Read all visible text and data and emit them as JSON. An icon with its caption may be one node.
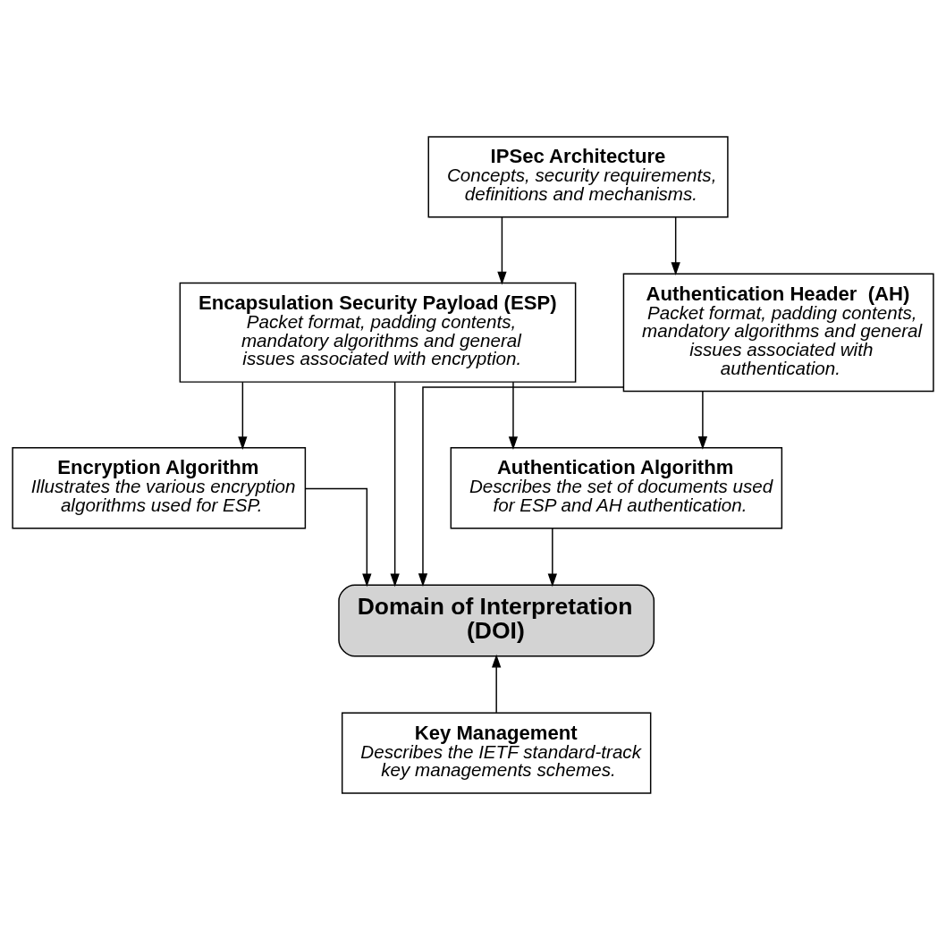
{
  "diagram": {
    "nodes": [
      {
        "text": [
          "IPSec Architecture",
          "Concepts, security requirements, definitions and mechanisms."
        ]
      },
      {
        "text": [
          "Encapsulation Security Payload (ESP)",
          "Packet format, padding contents, mandatory algorithms and general issues associated with encryption."
        ]
      },
      {
        "text": [
          "Authentication Header  (AH)",
          "Packet format, padding contents, mandatory algorithms and general issues associated with authentication."
        ]
      },
      {
        "text": [
          "Encryption Algorithm",
          "Illustrates the various encryption algorithms used for ESP."
        ]
      },
      {
        "text": [
          "Authentication Algorithm",
          "Describes the set of documents used for ESP and AH authentication."
        ]
      },
      {
        "text": [
          "Domain of Interpretation (DOI)"
        ]
      },
      {
        "text": [
          "Key Management",
          "Describes the IETF standard-track key managements schemes."
        ]
      }
    ],
    "edges": [
      {
        "from": 0,
        "to": 1,
        "arrow": "to"
      },
      {
        "from": 0,
        "to": 2,
        "arrow": "to"
      },
      {
        "from": 1,
        "to": 3,
        "arrow": "to"
      },
      {
        "from": 1,
        "to": 4,
        "arrow": "to"
      },
      {
        "from": 2,
        "to": 4,
        "arrow": "to"
      },
      {
        "from": 1,
        "to": 5,
        "arrow": "to"
      },
      {
        "from": 3,
        "to": 5,
        "arrow": "to"
      },
      {
        "from": 4,
        "to": 5,
        "arrow": "to"
      },
      {
        "from": 2,
        "to": 5,
        "arrow": "to"
      },
      {
        "from": 6,
        "to": 5,
        "arrow": "to"
      }
    ]
  }
}
